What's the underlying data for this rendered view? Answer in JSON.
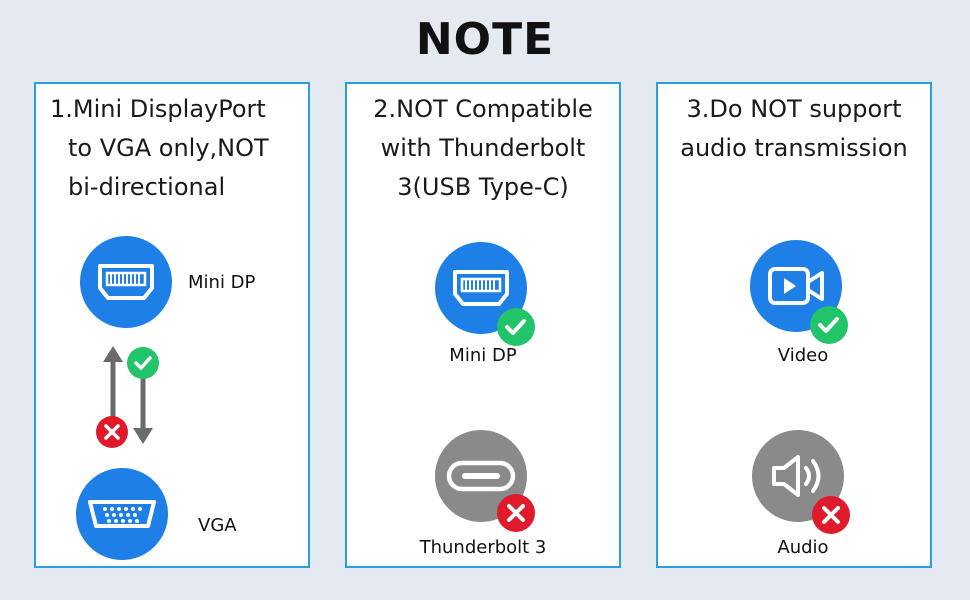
{
  "title": "NOTE",
  "colors": {
    "accent": "#2a9fe0",
    "blue_circle": "#1e7fe6",
    "gray_circle": "#8a8a8a",
    "check": "#22c46a",
    "cross": "#e0192b"
  },
  "panels": [
    {
      "lines": [
        "1.Mini DisplayPort",
        "to VGA only,NOT",
        "bi-directional"
      ],
      "labels": {
        "top": "Mini DP",
        "bottom": "VGA"
      },
      "icons": [
        "mini-dp-icon",
        "arrow-up-icon",
        "arrow-down-icon",
        "check-icon",
        "cross-icon",
        "vga-icon"
      ]
    },
    {
      "lines": [
        "2.NOT Compatible",
        "with Thunderbolt",
        "3(USB Type-C)"
      ],
      "labels": {
        "top": "Mini DP",
        "bottom": "Thunderbolt 3"
      },
      "icons": [
        "mini-dp-icon",
        "check-icon",
        "usb-c-icon",
        "cross-icon"
      ]
    },
    {
      "lines": [
        "3.Do NOT support",
        "audio transmission"
      ],
      "labels": {
        "top": "Video",
        "bottom": "Audio"
      },
      "icons": [
        "video-icon",
        "check-icon",
        "speaker-icon",
        "cross-icon"
      ]
    }
  ]
}
